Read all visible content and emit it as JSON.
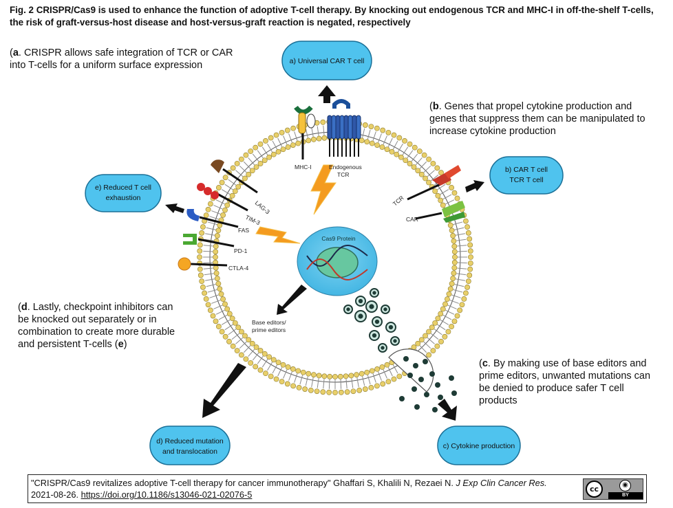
{
  "title": "Fig. 2 CRISPR/Cas9 is used to enhance the function of adoptive T-cell therapy. By knocking out endogenous TCR and MHC-I in off-the-shelf T-cells, the risk of graft-versus-host disease and host-versus-graft reaction is negated, respectively",
  "notes": {
    "a": {
      "letter": "a",
      "text": ". CRISPR allows safe integration of TCR or CAR into T-cells for a uniform surface expression"
    },
    "b": {
      "letter": "b",
      "text": ". Genes that propel cytokine production and genes that suppress them can be manipulated to increase cytokine production"
    },
    "c": {
      "letter": "c",
      "text": ". By making use of base editors and prime editors, unwanted mutations can be denied to produce safer T cell products"
    },
    "d": {
      "letter": "d",
      "text": ". Lastly, checkpoint inhibitors can be knocked out separately or in combination to create more durable and persistent T-cells (",
      "letter2": "e",
      "tail": ")"
    }
  },
  "pills": {
    "a": "a) Universal CAR T cell",
    "b1": "b) CAR T cell",
    "b2": "TCR T cell",
    "c": "c) Cytokine production",
    "d1": "d) Reduced mutation",
    "d2": "and translocation",
    "e1": "e) Reduced T cell",
    "e2": "exhaustion"
  },
  "labels": {
    "mhc": "MHC-I",
    "endo1": "Endogenous",
    "endo2": "TCR",
    "lag3": "LAG-3",
    "tim3": "TIM-3",
    "fas": "FAS",
    "pd1": "PD-1",
    "ctla4": "CTLA-4",
    "tcr": "TCR",
    "car": "CAR",
    "cas9": "Cas9 Protein",
    "base1": "Base editors/",
    "base2": "prime editors"
  },
  "citation": {
    "quote": "\"CRISPR/Cas9 revitalizes adoptive T-cell therapy for cancer immunotherapy\" Ghaffari S, Khalili N, Rezaei N. ",
    "journal": "J Exp Clin Cancer Res.",
    "date": "2021-08-26. ",
    "doi": "https://doi.org/10.1186/s13046-021-02076-5"
  },
  "license": {
    "cc": "cc",
    "by_icon": "person-icon",
    "by": "BY"
  },
  "colors": {
    "pill_fill": "#4fc3ee",
    "pill_stroke": "#1a6f96",
    "membrane_head": "#e8cf6a",
    "nucleus_fill": "#5cc4ec",
    "cas9_fill": "#67c7a0",
    "vesicle_dark": "#1e3b35"
  }
}
